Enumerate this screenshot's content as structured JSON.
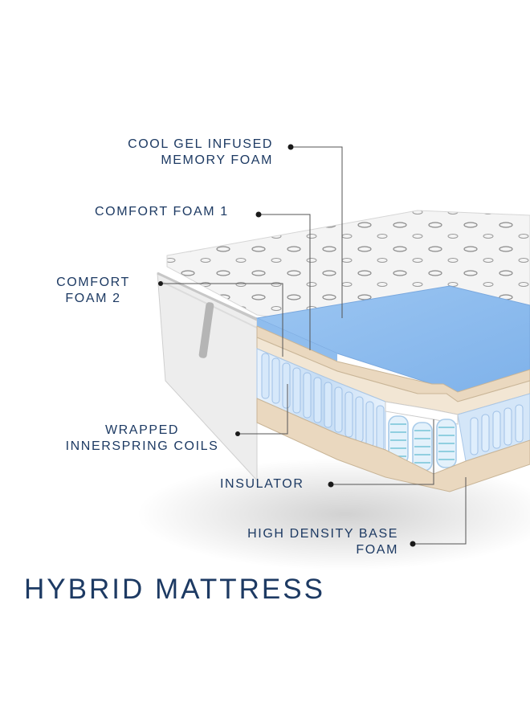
{
  "labels": {
    "cool_gel": [
      "COOL GEL INFUSED",
      "MEMORY FOAM"
    ],
    "comfort_foam_1": "COMFORT FOAM 1",
    "comfort_foam_2": [
      "COMFORT",
      "FOAM 2"
    ],
    "coils": [
      "WRAPPED",
      "INNERSPRING COILS"
    ],
    "insulator": "INSULATOR",
    "base_foam": [
      "HIGH DENSITY BASE",
      "FOAM"
    ]
  },
  "title": "HYBRID MATTRESS",
  "colors": {
    "text": "#1d3a63",
    "gel_foam": "#a9cdf3",
    "comfort_foam": "#ecdcc5",
    "coils": "#cfe3f7",
    "insulator": "#f6f6f6",
    "base_foam": "#ead9c3",
    "leader_line": "#555555"
  }
}
